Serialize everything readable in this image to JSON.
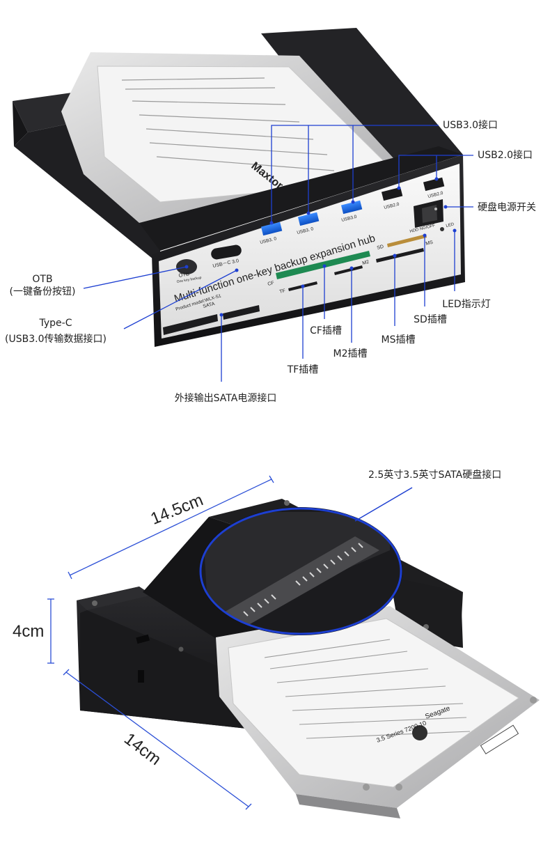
{
  "device": {
    "faceplate_title": "Multi-function one-key backup expansion hub",
    "product_model": "Product model:WLX-S1",
    "port_labels": {
      "otb": "OTB",
      "otb_sub": "One key backup",
      "usbc": "USB－C 3.0",
      "usb3": "USB3. 0",
      "usb3b": "USB3. 0",
      "usb3c": "USB3.0",
      "usb2a": "USB2.0",
      "usb2b": "USB2.0",
      "sata": "SATA",
      "cf": "CF",
      "tf": "TF",
      "m2": "M2",
      "sd": "SD",
      "ms": "MS",
      "hdd_switch": "HDD NO/OFF",
      "led": "LED"
    },
    "drive_brand": "Maxtor"
  },
  "callouts": {
    "usb3": "USB3.0接口",
    "usb2": "USB2.0接口",
    "hdd_power": "硬盘电源开关",
    "otb": "OTB",
    "otb_desc": "(一键备份按钮)",
    "typec": "Type-C",
    "typec_desc": "(USB3.0传输数据接口)",
    "led": "LED指示灯",
    "sd": "SD插槽",
    "cf": "CF插槽",
    "ms": "MS插槽",
    "m2": "M2插槽",
    "tf": "TF插槽",
    "sata_out": "外接输出SATA电源接口",
    "sata_in": "2.5英寸3.5英寸SATA硬盘接口"
  },
  "dimensions": {
    "length": "14.5cm",
    "height": "4cm",
    "depth": "14cm"
  },
  "drive2": {
    "brand": "Seagate",
    "series": "3.5 Series 7200.10"
  },
  "colors": {
    "callout_line": "#1d3fd1",
    "enclosure": "#1b1b1d",
    "faceplate": "#f2f2f2",
    "dim_line": "#2b4fd6"
  }
}
